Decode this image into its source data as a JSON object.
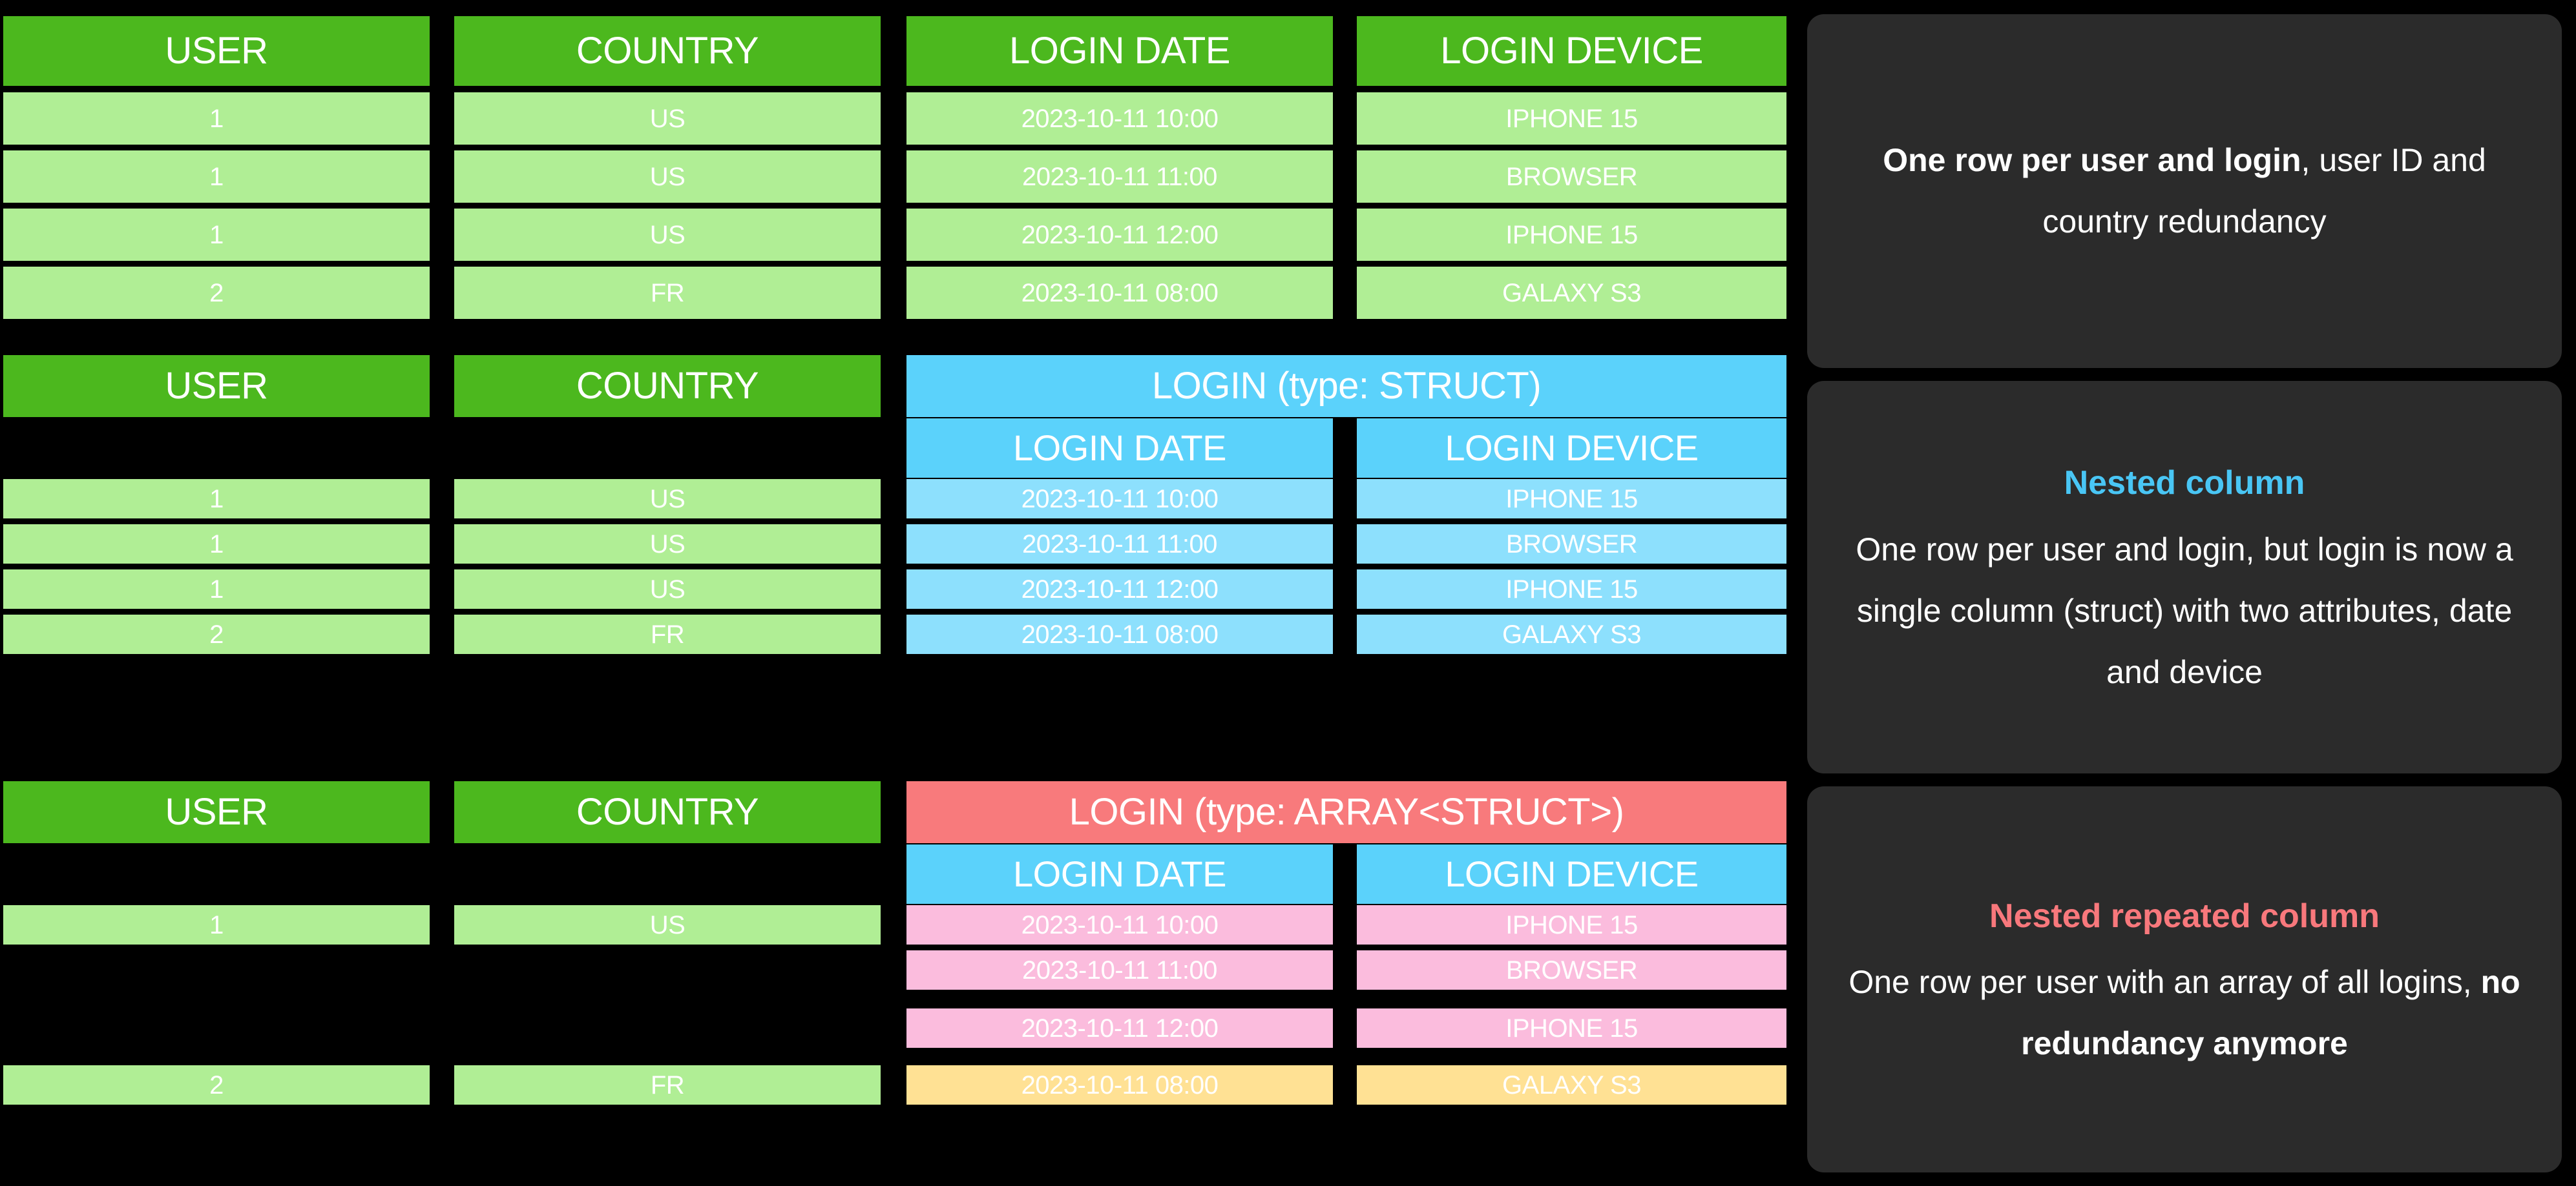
{
  "theme": {
    "background": "#000000",
    "header_green": "#4CB81E",
    "cell_green": "#B0EE95",
    "header_blue": "#5BD2FB",
    "cell_blue": "#8DE0FD",
    "header_red": "#F87A7C",
    "cell_pink": "#FBBCDD",
    "cell_yellow": "#FFE194",
    "panel_background": "#2b2b2b",
    "text_white": "#FFFFFF"
  },
  "columns": {
    "user": "USER",
    "country": "COUNTRY",
    "login_date": "LOGIN DATE",
    "login_device": "LOGIN DEVICE",
    "login_struct": "LOGIN (type: STRUCT)",
    "login_array_struct": "LOGIN (type: ARRAY<STRUCT>)"
  },
  "sections": [
    {
      "id": "flat-table",
      "rows": [
        {
          "user": "1",
          "country": "US",
          "login_date": "2023-10-11 10:00",
          "login_device": "IPHONE 15"
        },
        {
          "user": "1",
          "country": "US",
          "login_date": "2023-10-11 11:00",
          "login_device": "BROWSER"
        },
        {
          "user": "1",
          "country": "US",
          "login_date": "2023-10-11 12:00",
          "login_device": "IPHONE 15"
        },
        {
          "user": "2",
          "country": "FR",
          "login_date": "2023-10-11 08:00",
          "login_device": "GALAXY S3"
        }
      ],
      "panel": {
        "title": "",
        "body_strong": "One row per user and login",
        "body_rest": ", user ID and country redundancy"
      }
    },
    {
      "id": "nested-struct-table",
      "rows": [
        {
          "user": "1",
          "country": "US",
          "login_date": "2023-10-11 10:00",
          "login_device": "IPHONE 15"
        },
        {
          "user": "1",
          "country": "US",
          "login_date": "2023-10-11 11:00",
          "login_device": "BROWSER"
        },
        {
          "user": "1",
          "country": "US",
          "login_date": "2023-10-11 12:00",
          "login_device": "IPHONE 15"
        },
        {
          "user": "2",
          "country": "FR",
          "login_date": "2023-10-11 08:00",
          "login_device": "GALAXY S3"
        }
      ],
      "panel": {
        "title": "Nested column",
        "body": "One row per user and login, but login is now a single column (struct) with two attributes, date and device"
      }
    },
    {
      "id": "nested-repeated-table",
      "rows": [
        {
          "user": "1",
          "country": "US",
          "login_date": "2023-10-11 10:00",
          "login_device": "IPHONE 15"
        },
        {
          "user": "",
          "country": "",
          "login_date": "2023-10-11 11:00",
          "login_device": "BROWSER"
        },
        {
          "user": "",
          "country": "",
          "login_date": "2023-10-11 12:00",
          "login_device": "IPHONE 15"
        },
        {
          "user": "2",
          "country": "FR",
          "login_date": "2023-10-11 08:00",
          "login_device": "GALAXY S3"
        }
      ],
      "panel": {
        "title": "Nested repeated column",
        "body_rest": "One row per user with an array of all logins, ",
        "body_strong": "no redundancy anymore"
      }
    }
  ]
}
